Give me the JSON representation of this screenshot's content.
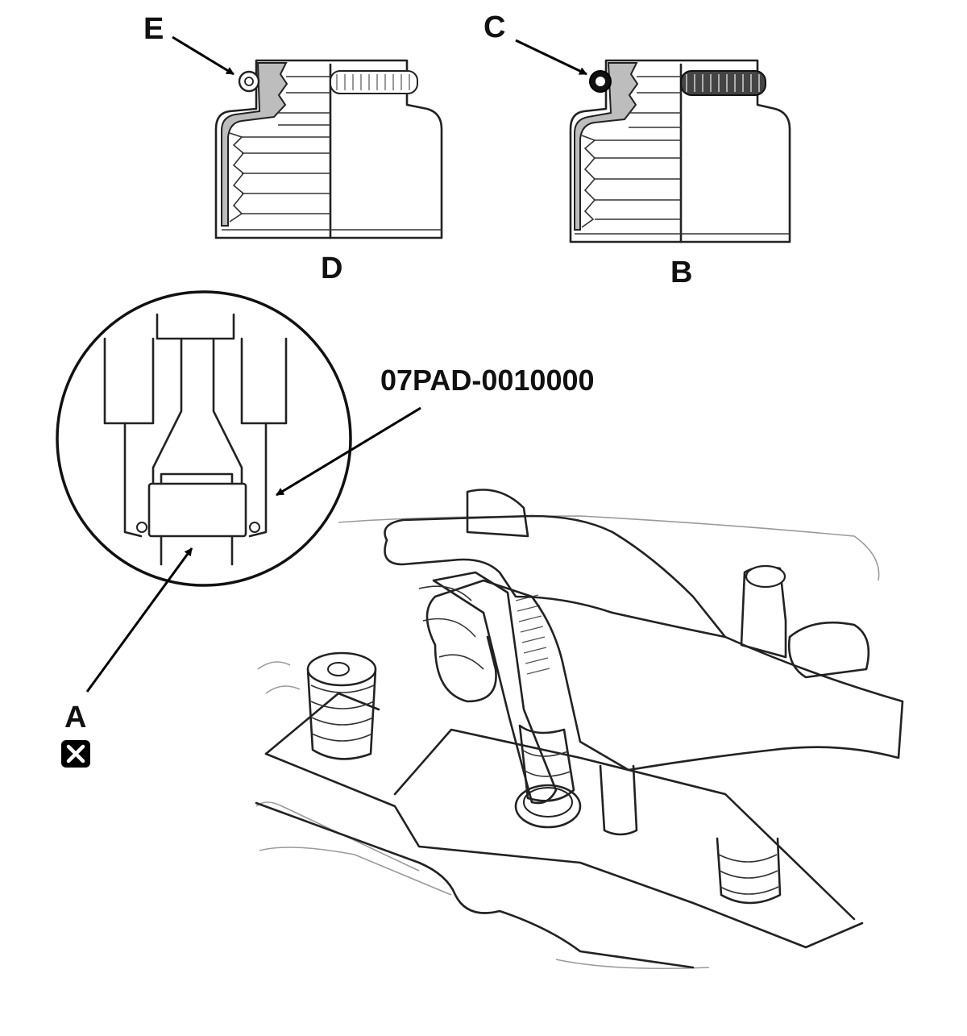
{
  "labels": {
    "e": "E",
    "c": "C",
    "d": "D",
    "b": "B",
    "a": "A",
    "part_number": "07PAD-0010000"
  },
  "icons": {
    "replace": "x-box-icon"
  },
  "colors": {
    "line": "#222222",
    "seal_fill": "#bdbdbd",
    "background": "#ffffff"
  }
}
